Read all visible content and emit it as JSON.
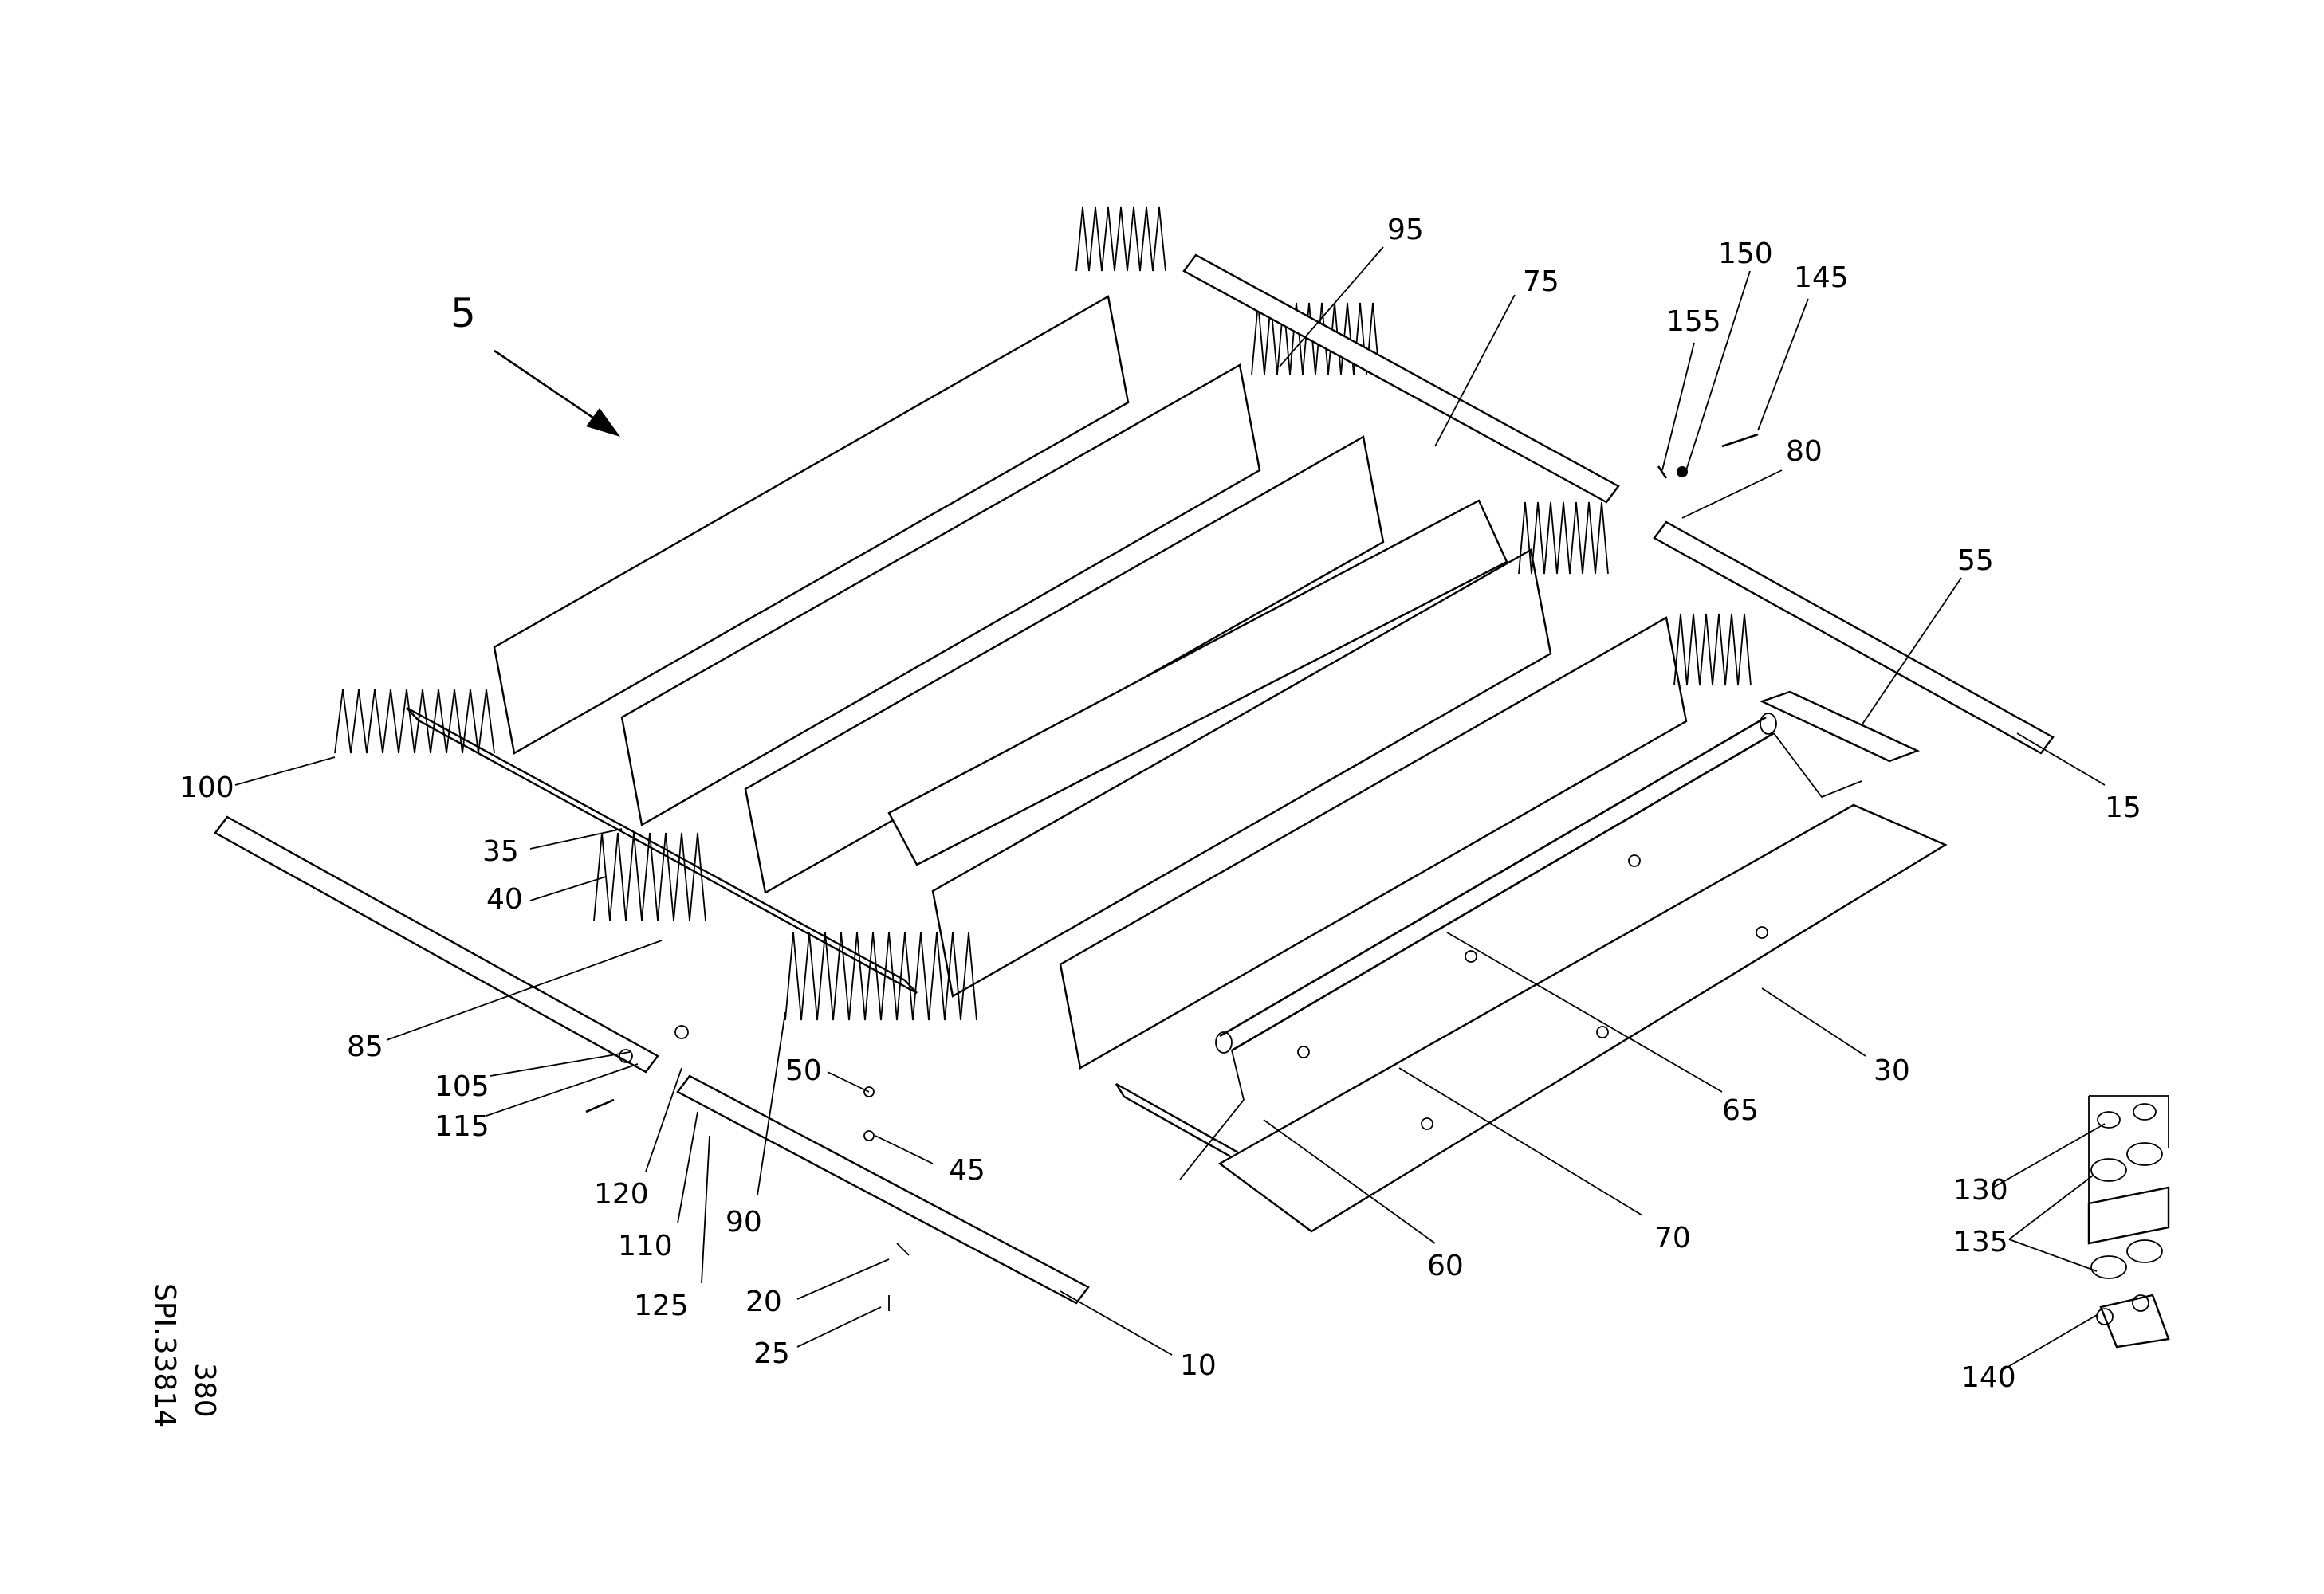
{
  "drawing": {
    "assembly_label": "5",
    "vertical_code_1": "380",
    "vertical_code_2": "SPI.33814"
  },
  "callouts": [
    {
      "id": "c95",
      "text": "95"
    },
    {
      "id": "c75",
      "text": "75"
    },
    {
      "id": "c150",
      "text": "150"
    },
    {
      "id": "c145",
      "text": "145"
    },
    {
      "id": "c155",
      "text": "155"
    },
    {
      "id": "c80",
      "text": "80"
    },
    {
      "id": "c55",
      "text": "55"
    },
    {
      "id": "c15",
      "text": "15"
    },
    {
      "id": "c100",
      "text": "100"
    },
    {
      "id": "c35",
      "text": "35"
    },
    {
      "id": "c40",
      "text": "40"
    },
    {
      "id": "c85",
      "text": "85"
    },
    {
      "id": "c105",
      "text": "105"
    },
    {
      "id": "c115",
      "text": "115"
    },
    {
      "id": "c50",
      "text": "50"
    },
    {
      "id": "c45",
      "text": "45"
    },
    {
      "id": "c120",
      "text": "120"
    },
    {
      "id": "c110",
      "text": "110"
    },
    {
      "id": "c90",
      "text": "90"
    },
    {
      "id": "c125",
      "text": "125"
    },
    {
      "id": "c20",
      "text": "20"
    },
    {
      "id": "c25",
      "text": "25"
    },
    {
      "id": "c10",
      "text": "10"
    },
    {
      "id": "c60",
      "text": "60"
    },
    {
      "id": "c70",
      "text": "70"
    },
    {
      "id": "c65",
      "text": "65"
    },
    {
      "id": "c30",
      "text": "30"
    },
    {
      "id": "c130",
      "text": "130"
    },
    {
      "id": "c135",
      "text": "135"
    },
    {
      "id": "c140",
      "text": "140"
    }
  ]
}
